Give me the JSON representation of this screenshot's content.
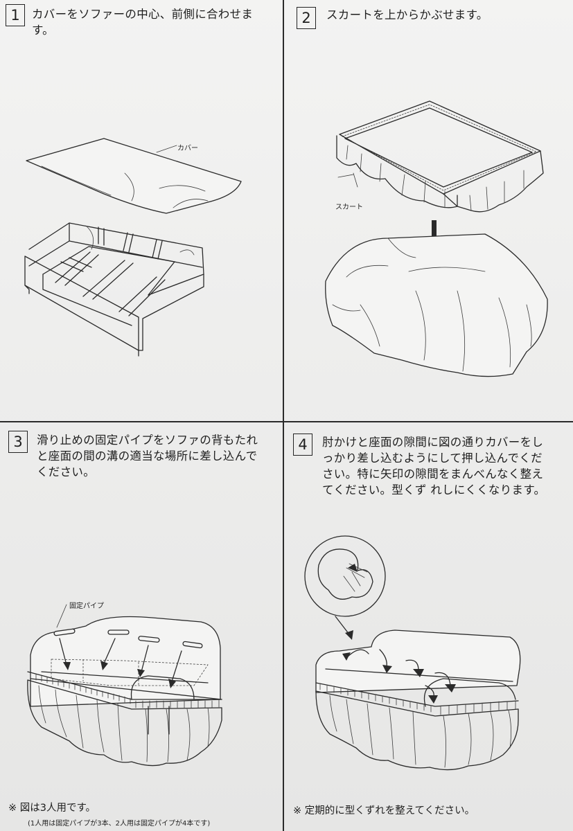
{
  "steps": [
    {
      "number": "1",
      "text": "カバーをソファーの中心、前側に合わせます。",
      "label": "カバー"
    },
    {
      "number": "2",
      "text": "スカートを上からかぶせます。",
      "label": "スカート"
    },
    {
      "number": "3",
      "text": "滑り止めの固定パイプをソファの背もたれと座面の間の溝の適当な場所に差し込んでください。",
      "label": "固定パイプ"
    },
    {
      "number": "4",
      "text": "肘かけと座面の隙間に図の通りカバーをしっかり差し込むようにして押し込んでください。特に矢印の隙間をまんべんなく整えてください。型くず れしにくくなります。"
    }
  ],
  "notes": {
    "left": "※ 図は3人用です。",
    "left_sub": "(1人用は固定パイプが3本、2人用は固定パイプが4本です)",
    "right": "※ 定期的に型くずれを整えてください。"
  }
}
